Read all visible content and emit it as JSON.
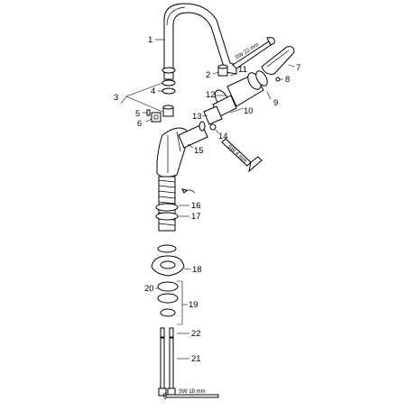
{
  "labels": {
    "l1": "1",
    "l2": "2",
    "l3": "3",
    "l4": "4",
    "l5": "5",
    "l6": "6",
    "l7": "7",
    "l8": "8",
    "l9": "9",
    "l10": "10",
    "l11": "11",
    "l12": "12",
    "l13": "13",
    "l14": "14",
    "l15": "15",
    "l16": "16",
    "l17": "17",
    "l18": "18",
    "l19": "19",
    "l20": "20",
    "l21": "21",
    "l22": "22"
  },
  "tools": {
    "wrench_top": "SW 22 mm",
    "hex_key": "SW 4 mm",
    "wrench_bottom": "SW 19 mm"
  }
}
